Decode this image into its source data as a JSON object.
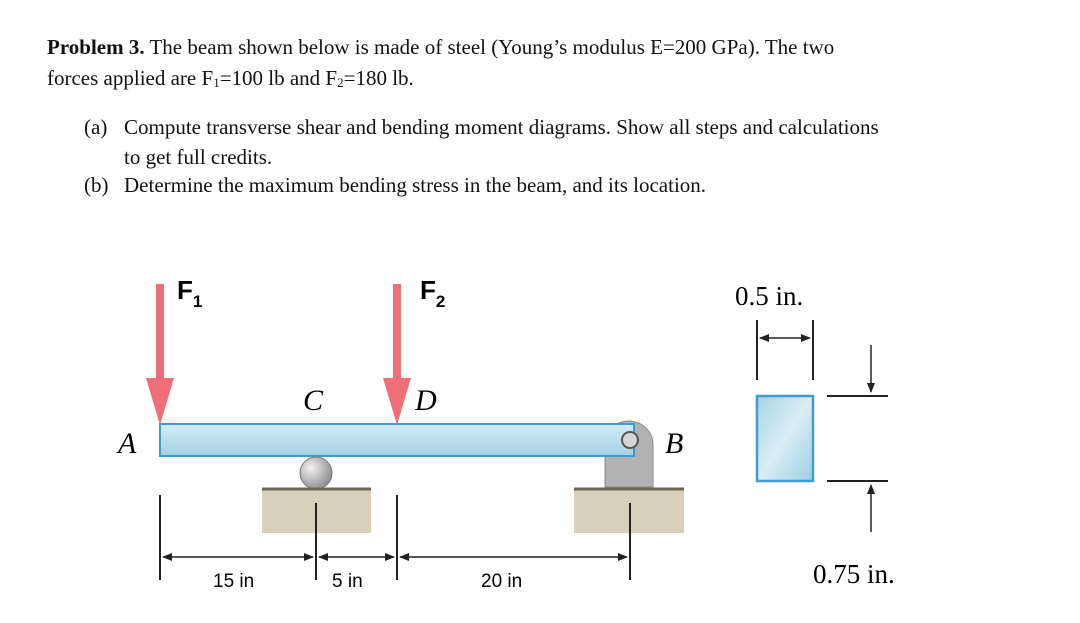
{
  "problem": {
    "title": "Problem 3.",
    "line1": " The beam shown below is made of steel (Young’s modulus E=200 GPa). The two",
    "line2_a": "forces applied are F",
    "line2_sub1": "1",
    "line2_b": "=100 lb and F",
    "line2_sub2": "2",
    "line2_c": "=180 lb.",
    "part_a_tag": "(a)",
    "part_a_line1": "Compute transverse shear and bending moment diagrams. Show all steps and calculations",
    "part_a_line2": "to get full credits.",
    "part_b_tag": "(b)",
    "part_b_line1": "Determine the maximum bending stress in the beam, and its location."
  },
  "figure": {
    "force1": {
      "letter": "F",
      "subscript": "1"
    },
    "force2": {
      "letter": "F",
      "subscript": "2"
    },
    "point_a": "A",
    "point_b": "B",
    "point_c": "C",
    "point_d": "D",
    "dim_ac": "15 in",
    "dim_cd": "5 in",
    "dim_db": "20 in",
    "width_label": "0.5 in.",
    "height_label": "0.75 in.",
    "colors": {
      "force_arrow": "#ee6f78",
      "beam_fill": "#b6dcec",
      "beam_stroke": "#3f9ecf",
      "ground": "#d9d0bc",
      "ground_line": "#6e6650",
      "support": "#b2b2b2"
    }
  }
}
